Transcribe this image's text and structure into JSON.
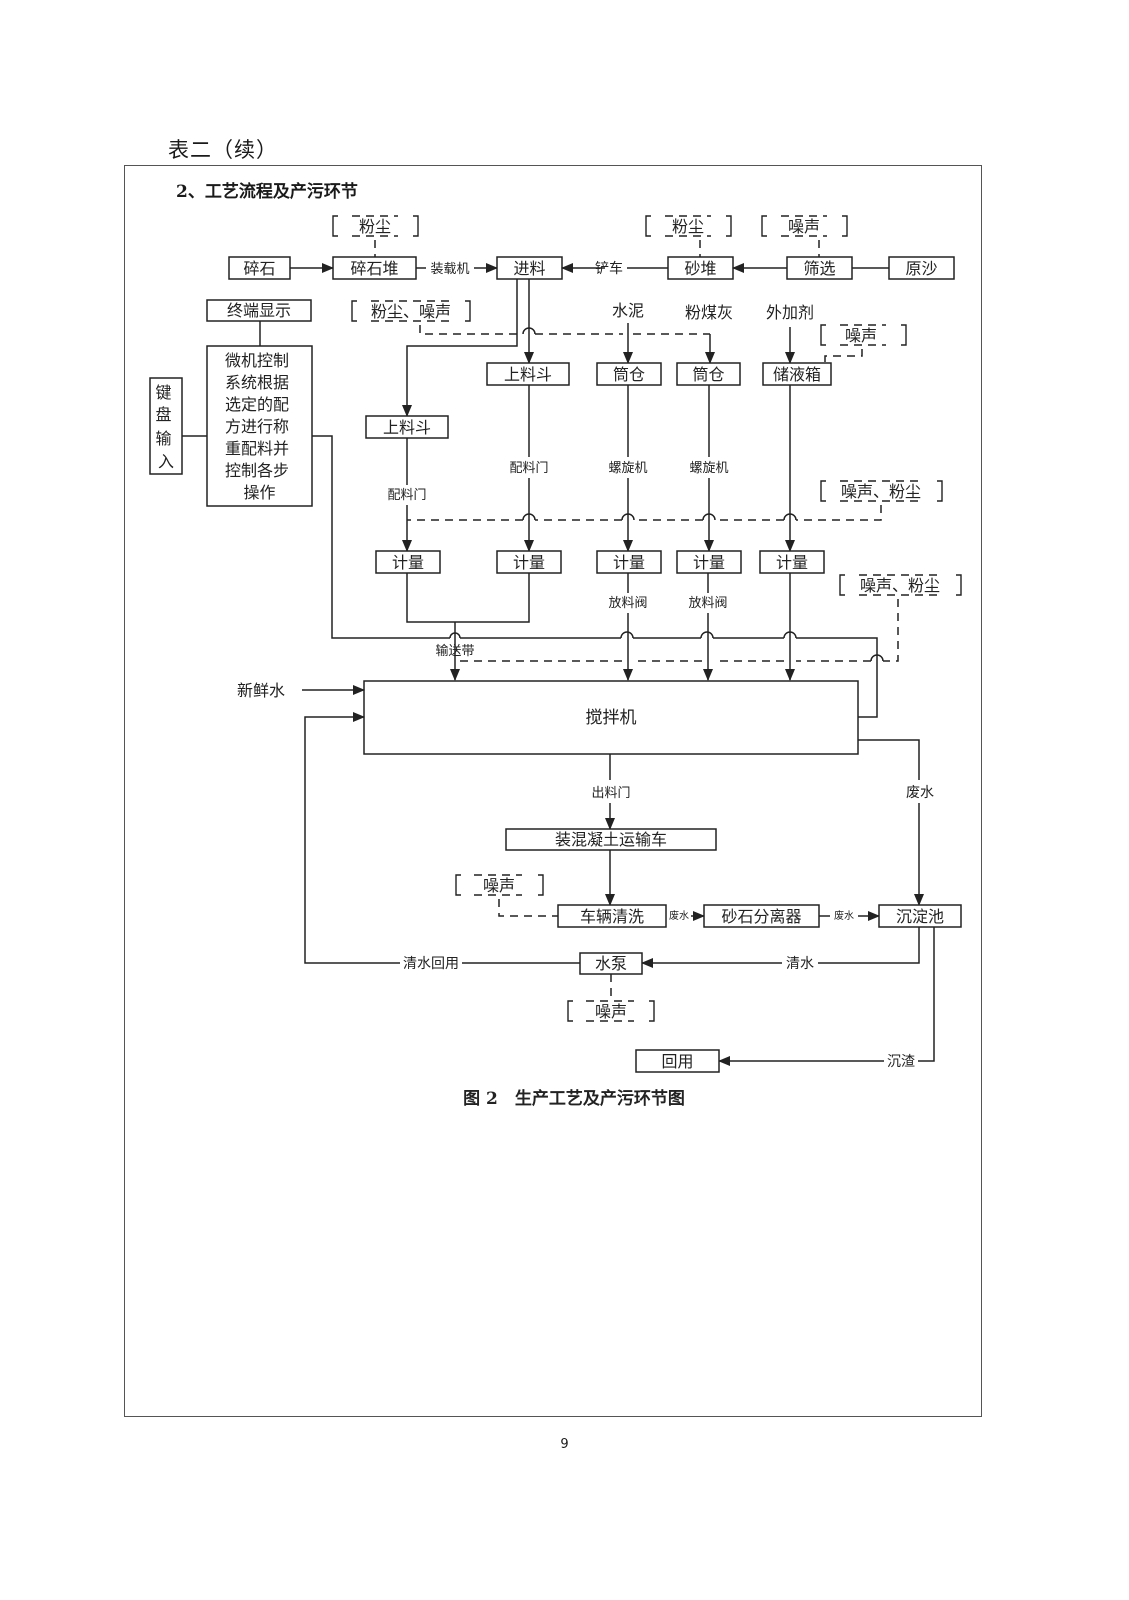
{
  "page": {
    "table_title": "表二（续）",
    "section_title": "2、工艺流程及产污环节",
    "page_number": "9"
  },
  "diagram": {
    "caption": "图 2　生产工艺及产污环节图",
    "nodes": {
      "gravel": "碎石",
      "gravel_pile": "碎石堆",
      "feed": "进料",
      "sand_pile": "砂堆",
      "screening": "筛选",
      "raw_sand": "原沙",
      "terminal_display": "终端显示",
      "control_system": [
        "微机控制",
        "系统根据",
        "选定的配",
        "方进行称",
        "重配料并",
        "控制各步",
        "操作"
      ],
      "keyboard_input": [
        "键",
        "盘",
        "输",
        "入"
      ],
      "hopper_left": "上料斗",
      "hopper_mid": "上料斗",
      "silo_1": "筒仓",
      "silo_2": "筒仓",
      "liquid_tank": "储液箱",
      "meter_1": "计量",
      "meter_2": "计量",
      "meter_3": "计量",
      "meter_4": "计量",
      "meter_5": "计量",
      "mixer": "搅拌机",
      "truck_loading": "装混凝土运输车",
      "vehicle_wash": "车辆清洗",
      "sand_separator": "砂石分离器",
      "sedimentation_tank": "沉淀池",
      "water_pump": "水泵",
      "reuse": "回用"
    },
    "inputs": {
      "cement": "水泥",
      "fly_ash": "粉煤灰",
      "admixture": "外加剂",
      "fresh_water": "新鲜水"
    },
    "edge_labels": {
      "loader": "装载机",
      "forklift": "铲车",
      "batch_gate_left": "配料门",
      "batch_gate_mid": "配料门",
      "screw_1": "螺旋机",
      "screw_2": "螺旋机",
      "discharge_valve_1": "放料阀",
      "discharge_valve_2": "放料阀",
      "conveyor": "输送带",
      "discharge_gate": "出料门",
      "waste_water_main": "废水",
      "waste_water_1": "废水",
      "waste_water_2": "废水",
      "clear_water": "清水",
      "clear_water_reuse": "清水回用",
      "sludge": "沉渣"
    },
    "pollutants": {
      "gravel_pile": "粉尘",
      "sand_pile": "粉尘",
      "screening": "噪声",
      "feeding": "粉尘、噪声",
      "liquid_tank": "噪声",
      "metering": "噪声、粉尘",
      "mixer": "噪声、粉尘",
      "vehicle_wash": "噪声",
      "water_pump": "噪声"
    }
  }
}
